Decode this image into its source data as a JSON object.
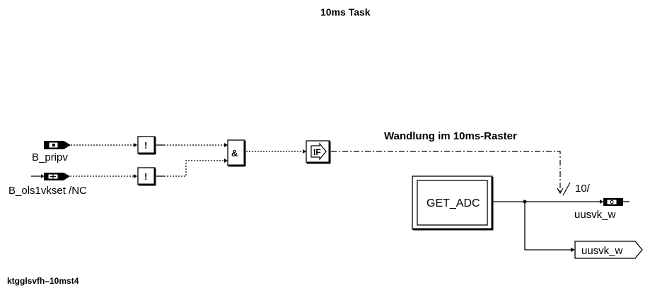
{
  "diagram": {
    "title": "10ms Task",
    "footer": "ktgglsvfh–10mst4",
    "inputs": [
      {
        "label": "B_pripv"
      },
      {
        "label": "B_ols1vkset /NC"
      }
    ],
    "not_symbol": "!",
    "and_symbol": "&",
    "if_symbol": "IF",
    "condition_label": "Wandlung im 10ms-Raster",
    "rate_label": "10/",
    "function_block": "GET_ADC",
    "outputs": [
      {
        "label": "uusvk_w"
      },
      {
        "label": "uusvk_w"
      }
    ]
  }
}
